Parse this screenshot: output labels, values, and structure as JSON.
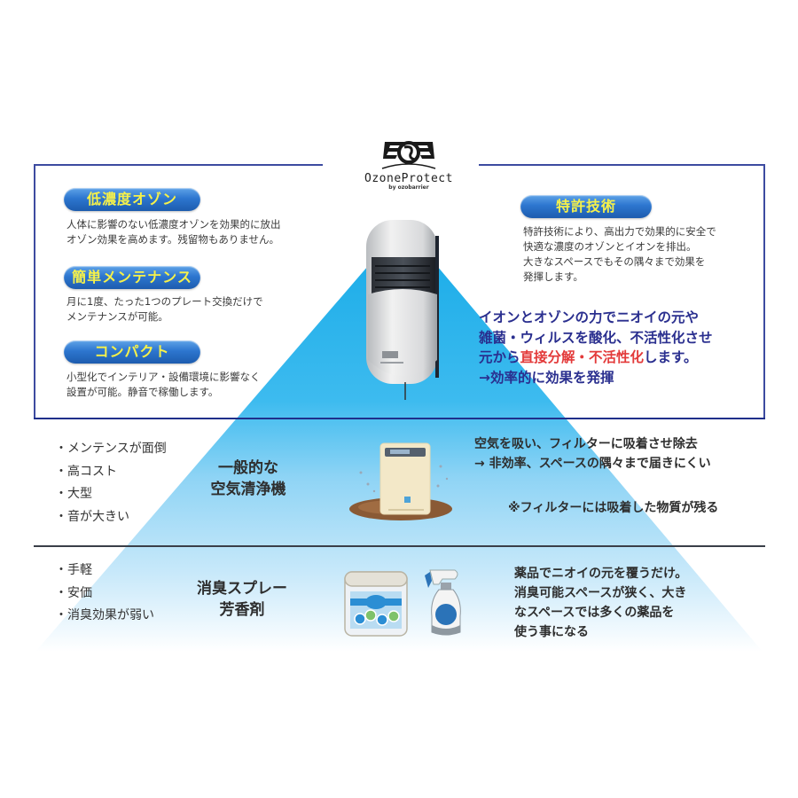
{
  "brand": {
    "name": "OzoneProtect",
    "sub": "by ozobarrier"
  },
  "features": [
    {
      "title": "低濃度オゾン",
      "lines": [
        "人体に影響のない低濃度オゾンを効果的に放出",
        "オゾン効果を高めます。残留物もありません。"
      ]
    },
    {
      "title": "簡単メンテナンス",
      "lines": [
        "月に1度、たった1つのプレート交換だけで",
        "メンテナンスが可能。"
      ]
    },
    {
      "title": "コンパクト",
      "lines": [
        "小型化でインテリア・設備環境に影響なく",
        "設置が可能。静音で稼働します。"
      ]
    },
    {
      "title": "特許技術",
      "lines": [
        "特許技術により、高出力で効果的に安全で",
        "快適な濃度のオゾンとイオンを排出。",
        "大きなスペースでもその隅々まで効果を",
        "発揮します。"
      ]
    }
  ],
  "highlight": {
    "line1": "イオンとオゾンの力でニオイの元や",
    "line2": "雑菌・ウィルスを酸化、不活性化させ",
    "line3_pre": "元から",
    "line3_red": "直接分解・不活性化",
    "line3_post": "します。",
    "line4": "→効率的に効果を発揮"
  },
  "air_purifier": {
    "label_line1": "一般的な",
    "label_line2": "空気清浄機",
    "cons": [
      "・メンテンスが面倒",
      "・高コスト",
      "・大型",
      "・音が大きい"
    ],
    "note_line1": "空気を吸い、フィルターに吸着させ除去",
    "note_line2": "→ 非効率、スペースの隅々まで届きにくい",
    "note_line3": "※フィルターには吸着した物質が残る"
  },
  "spray": {
    "label_line1": "消臭スプレー",
    "label_line2": "芳香剤",
    "cons": [
      "・手軽",
      "・安価",
      "・消臭効果が弱い"
    ],
    "note_lines": [
      "薬品でニオイの元を覆うだけ。",
      "消臭可能スペースが狭く、大き",
      "なスペースでは多くの薬品を",
      "使う事になる"
    ]
  },
  "colors": {
    "frame": "#3d4ba0",
    "pill_text": "#f6f14a",
    "highlight_blue": "#2a2f8f",
    "highlight_red": "#e33a3a",
    "beam": "#2fb6ee"
  }
}
